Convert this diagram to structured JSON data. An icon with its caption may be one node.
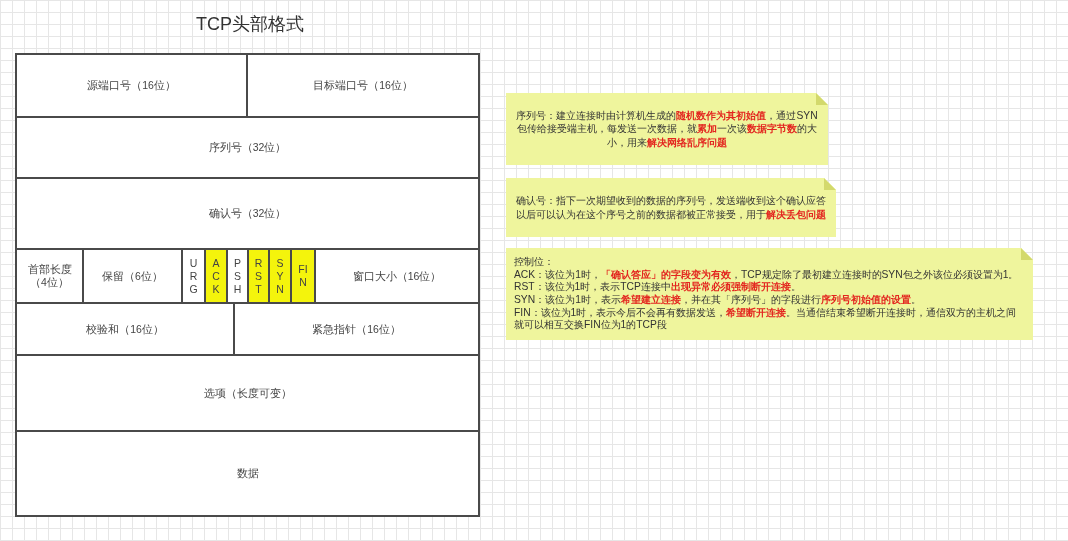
{
  "diagram": {
    "title": "TCP头部格式",
    "nodes": [
      {
        "text": [
          "源端口号（16位）"
        ]
      },
      {
        "text": [
          "目标端口号（16位）"
        ]
      },
      {
        "text": [
          "序列号（32位）"
        ]
      },
      {
        "text": [
          "确认号（32位）"
        ]
      },
      {
        "text": [
          "首部长度（4位）"
        ]
      },
      {
        "text": [
          "保留（6位）"
        ]
      },
      {
        "text": [
          "URG"
        ]
      },
      {
        "text": [
          "ACK"
        ]
      },
      {
        "text": [
          "PSH"
        ]
      },
      {
        "text": [
          "RST"
        ]
      },
      {
        "text": [
          "SYN"
        ]
      },
      {
        "text": [
          "FIN"
        ]
      },
      {
        "text": [
          "窗口大小（16位）"
        ]
      },
      {
        "text": [
          "校验和（16位）"
        ]
      },
      {
        "text": [
          "紧急指针（16位）"
        ]
      },
      {
        "text": [
          "选项（长度可变）"
        ]
      },
      {
        "text": [
          "数据"
        ]
      },
      {
        "text": [
          "序列号：建立连接时由计算机生成的**随机数作为其初始值**，通过SYN包传给接受端主机，每发送一次数据，就**累加**一次该**数据字节数**的大小，用来**解决网络乱序问题**"
        ]
      },
      {
        "text": [
          "确认号：指下一次期望收到的数据的序列号，发送端收到这个确认应答以后可以认为在这个序号之前的数据都被正常接受，用于**解决丢包问题**"
        ]
      },
      {
        "text": [
          "控制位：",
          "ACK：该位为1时，**「确认答应」的字段变为有效**，TCP规定除了最初建立连接时的SYN包之外该位必须设置为1。",
          "RST：该位为1时，表示TCP连接中**出现异常必须强制断开连接**。",
          "SYN：该位为1时，表示**希望建立连接**，并在其「序列号」的字段进行**序列号初始值的设置**。",
          "FIN：该位为1时，表示今后不会再有数据发送，**希望断开连接**。当通信结束希望断开连接时，通信双方的主机之间就可以相互交换FIN位为1的TCP段"
        ]
      }
    ]
  }
}
